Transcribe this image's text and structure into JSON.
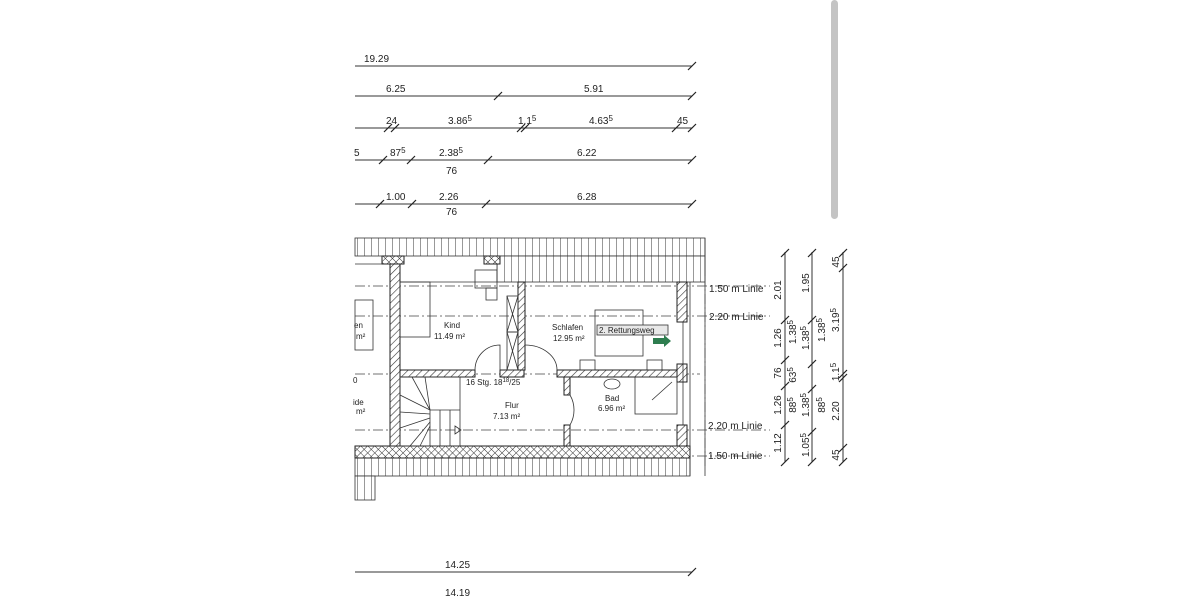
{
  "top_dimensions": {
    "row1": {
      "a": "19.29"
    },
    "row2": {
      "a": "6.25",
      "b": "5.91"
    },
    "row3": {
      "a": "24",
      "b": "3.86",
      "b_sup": "5",
      "c": "1.1",
      "c_sup": "5",
      "d": "4.63",
      "d_sup": "5",
      "e": "45"
    },
    "row4": {
      "a": "5",
      "b": "87",
      "b_sup": "5",
      "c": "2.38",
      "c_sup": "5",
      "c_sub": "76",
      "d": "6.22"
    },
    "row5": {
      "a": "1.00",
      "b": "2.26",
      "b_sub": "76",
      "c": "6.28"
    }
  },
  "bottom_dimensions": {
    "a": "14.25",
    "b": "14.19"
  },
  "rooms": {
    "kind": {
      "name": "Kind",
      "area": "11.49  m²"
    },
    "schlafen": {
      "name": "Schlafen",
      "area": "12.95  m²"
    },
    "flur": {
      "name": "Flur",
      "area": "7.13  m²"
    },
    "bad": {
      "name": "Bad",
      "area": "6.96  m²"
    },
    "left_top": {
      "name": "en",
      "area": "m²"
    },
    "left_bottom": {
      "name": "ide",
      "area": "m²"
    },
    "left_mid": {
      "name": "0"
    }
  },
  "stairs": {
    "label": "16  Stg.  18",
    "sup": "18",
    "suffix": "/25"
  },
  "escape_route": {
    "label": "2. Rettungsweg",
    "arrow_color": "#2e7d4f"
  },
  "height_lines": {
    "l150": "1.50  m  Linie",
    "l220": "2.20  m  Linie"
  },
  "right_dimensions": {
    "col1": [
      "2.01",
      "1.26",
      "76",
      "1.26",
      "1.12"
    ],
    "col1b": [
      {
        "v": "1.38",
        "s": "5"
      },
      {
        "v": "63",
        "s": "5"
      },
      {
        "v": "88",
        "s": "5"
      }
    ],
    "col2": [
      {
        "v": "1.95",
        "s": ""
      },
      {
        "v": "1.38",
        "s": "5"
      },
      {
        "v": "1.38",
        "s": "5"
      },
      {
        "v": "1.05",
        "s": "5"
      }
    ],
    "col2b": [
      {
        "v": "1.38",
        "s": "5"
      },
      {
        "v": "88",
        "s": "5"
      }
    ],
    "col3": [
      {
        "v": "45",
        "s": ""
      },
      {
        "v": "3.19",
        "s": "5"
      },
      {
        "v": "1.1",
        "s": "5"
      },
      {
        "v": "2.20",
        "s": ""
      },
      {
        "v": "45",
        "s": ""
      }
    ]
  },
  "colors": {
    "lines": "#222222",
    "scrollbar": "#c4c4c4"
  }
}
